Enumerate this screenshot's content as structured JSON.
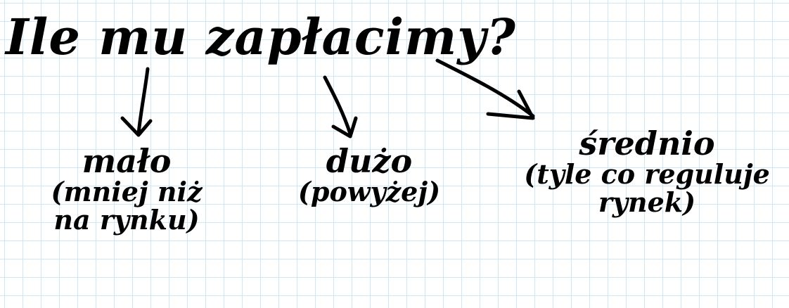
{
  "question": "Ile mu zapłacimy?",
  "answers": [
    {
      "main": "mało",
      "detail_lines": [
        "(mniej niż",
        "na rynku)"
      ]
    },
    {
      "main": "dużo",
      "detail_lines": [
        "(powyżej)"
      ]
    },
    {
      "main": "średnio",
      "detail_lines": [
        "(tyle co reguluje",
        "rynek)"
      ]
    }
  ],
  "colors": {
    "ink": "#000000",
    "grid": "#cfe6f4",
    "paper": "#ffffff"
  }
}
